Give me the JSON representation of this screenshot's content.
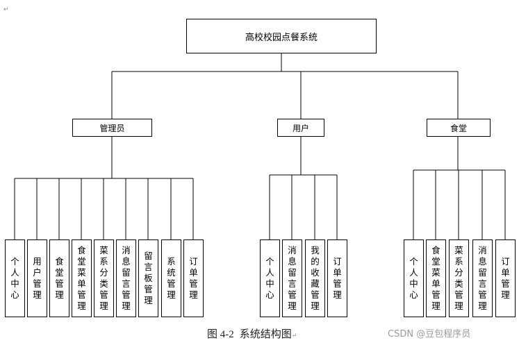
{
  "diagram": {
    "root": {
      "label": "高校校园点餐系统"
    },
    "branches": [
      {
        "label": "管理员",
        "leaves": [
          "个人中心",
          "用户管理",
          "食堂管理",
          "食堂菜单管理",
          "菜系分类管理",
          "消息留言管理",
          "留言板管理",
          "系统管理",
          "订单管理"
        ]
      },
      {
        "label": "用户",
        "leaves": [
          "个人中心",
          "消息留言管理",
          "我的收藏管理",
          "订单管理"
        ]
      },
      {
        "label": "食堂",
        "leaves": [
          "个人中心",
          "食堂菜单管理",
          "菜系分类管理",
          "消息留言管理",
          "订单管理"
        ]
      }
    ]
  },
  "caption": {
    "number": "图 4-2",
    "text": "系统结构图"
  },
  "watermark": "CSDN @豆包程序员",
  "marks": {
    "return_symbol": "↵"
  },
  "colors": {
    "line": "#000000",
    "box_border": "#000000",
    "background": "#ffffff"
  }
}
